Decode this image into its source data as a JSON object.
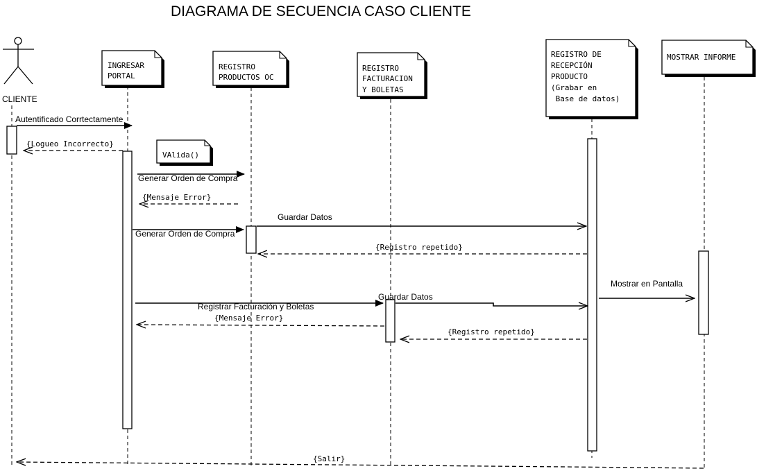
{
  "title": "DIAGRAMA DE SECUENCIA CASO CLIENTE",
  "actor": {
    "name": "CLIENTE"
  },
  "objects": {
    "ingresar": [
      "INGRESAR",
      "PORTAL"
    ],
    "registro_oc": [
      "REGISTRO",
      "PRODUCTOS OC"
    ],
    "facturacion": [
      "REGISTRO",
      "FACTURACION",
      "Y BOLETAS"
    ],
    "recepcion": [
      "REGISTRO DE",
      "RECEPCIÓN",
      "PRODUCTO",
      "(Grabar en",
      " Base de datos)"
    ],
    "informe": [
      "MOSTRAR INFORME"
    ]
  },
  "note": "VAlida()",
  "messages": {
    "autentificado": "Autentificado Corrtectamente",
    "logueo_incorrecto": "{Logueo Incorrecto}",
    "generar_oc_1": "Generar Orden de Compra",
    "mensaje_error_1": "{Mensaje Error}",
    "guardar_datos_1": "Guardar Datos",
    "generar_oc_2": "Generar Orden de Compra",
    "registro_repetido_1": "{Registro repetido}",
    "mostrar_pantalla": "Mostrar en Pantalla",
    "guardar_datos_2": "Guardar Datos",
    "registrar_facturacion": "Registrar Facturación y Boletas",
    "mensaje_error_2": "{Mensaje Error}",
    "registro_repetido_2": "{Registro repetido}",
    "salir": "{Salir}"
  }
}
